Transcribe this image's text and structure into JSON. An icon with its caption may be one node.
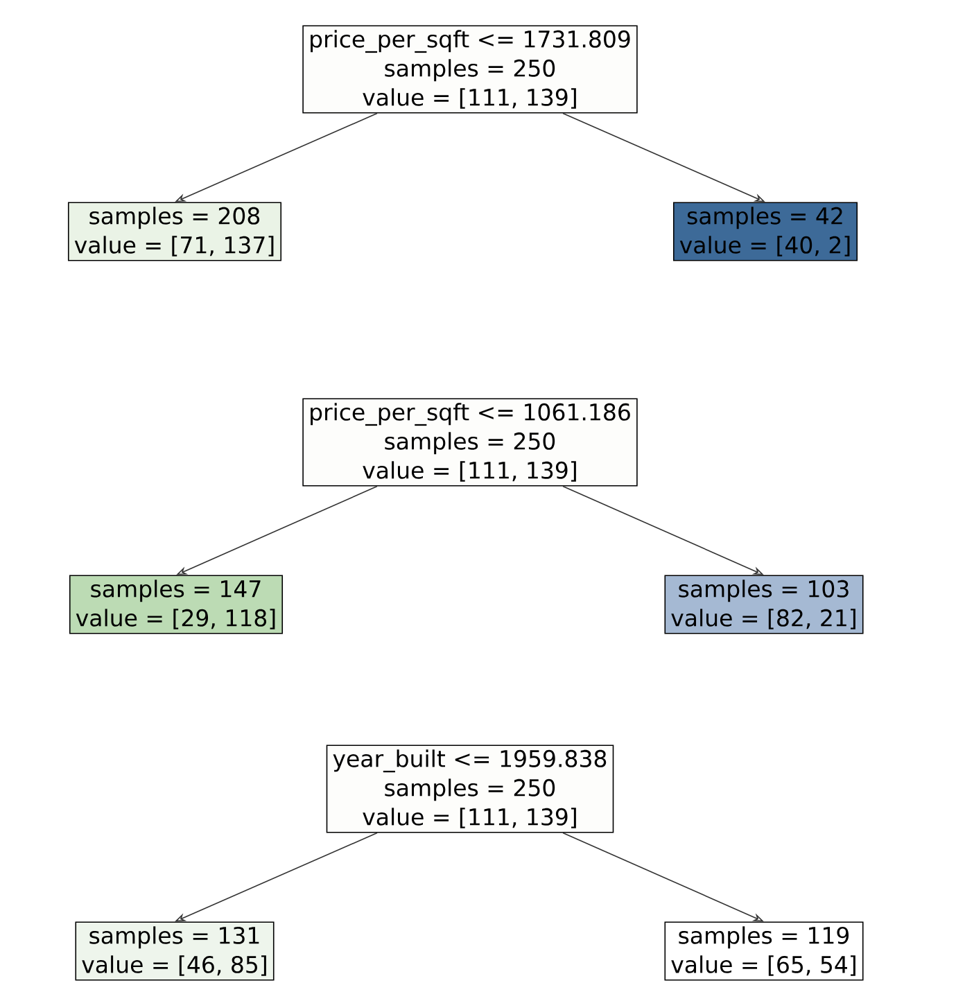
{
  "diagram": {
    "nodes": [
      {
        "text": [
          "price_per_sqft <= 1731.809",
          "samples = 250",
          "value = [111, 139]"
        ]
      },
      {
        "text": [
          "samples = 208",
          "value = [71, 137]"
        ]
      },
      {
        "text": [
          "samples = 42",
          "value = [40, 2]"
        ]
      },
      {
        "text": [
          "price_per_sqft <= 1061.186",
          "samples = 250",
          "value = [111, 139]"
        ]
      },
      {
        "text": [
          "samples = 147",
          "value = [29, 118]"
        ]
      },
      {
        "text": [
          "samples = 103",
          "value = [82, 21]"
        ]
      },
      {
        "text": [
          "year_built <= 1959.838",
          "samples = 250",
          "value = [111, 139]"
        ]
      },
      {
        "text": [
          "samples = 131",
          "value = [46, 85]"
        ]
      },
      {
        "text": [
          "samples = 119",
          "value = [65, 54]"
        ]
      }
    ],
    "edges": [
      {
        "from": 0,
        "to": 1,
        "arrow": "to"
      },
      {
        "from": 0,
        "to": 2,
        "arrow": "to"
      },
      {
        "from": 3,
        "to": 4,
        "arrow": "to"
      },
      {
        "from": 3,
        "to": 5,
        "arrow": "to"
      },
      {
        "from": 6,
        "to": 7,
        "arrow": "to"
      },
      {
        "from": 6,
        "to": 8,
        "arrow": "to"
      }
    ]
  }
}
